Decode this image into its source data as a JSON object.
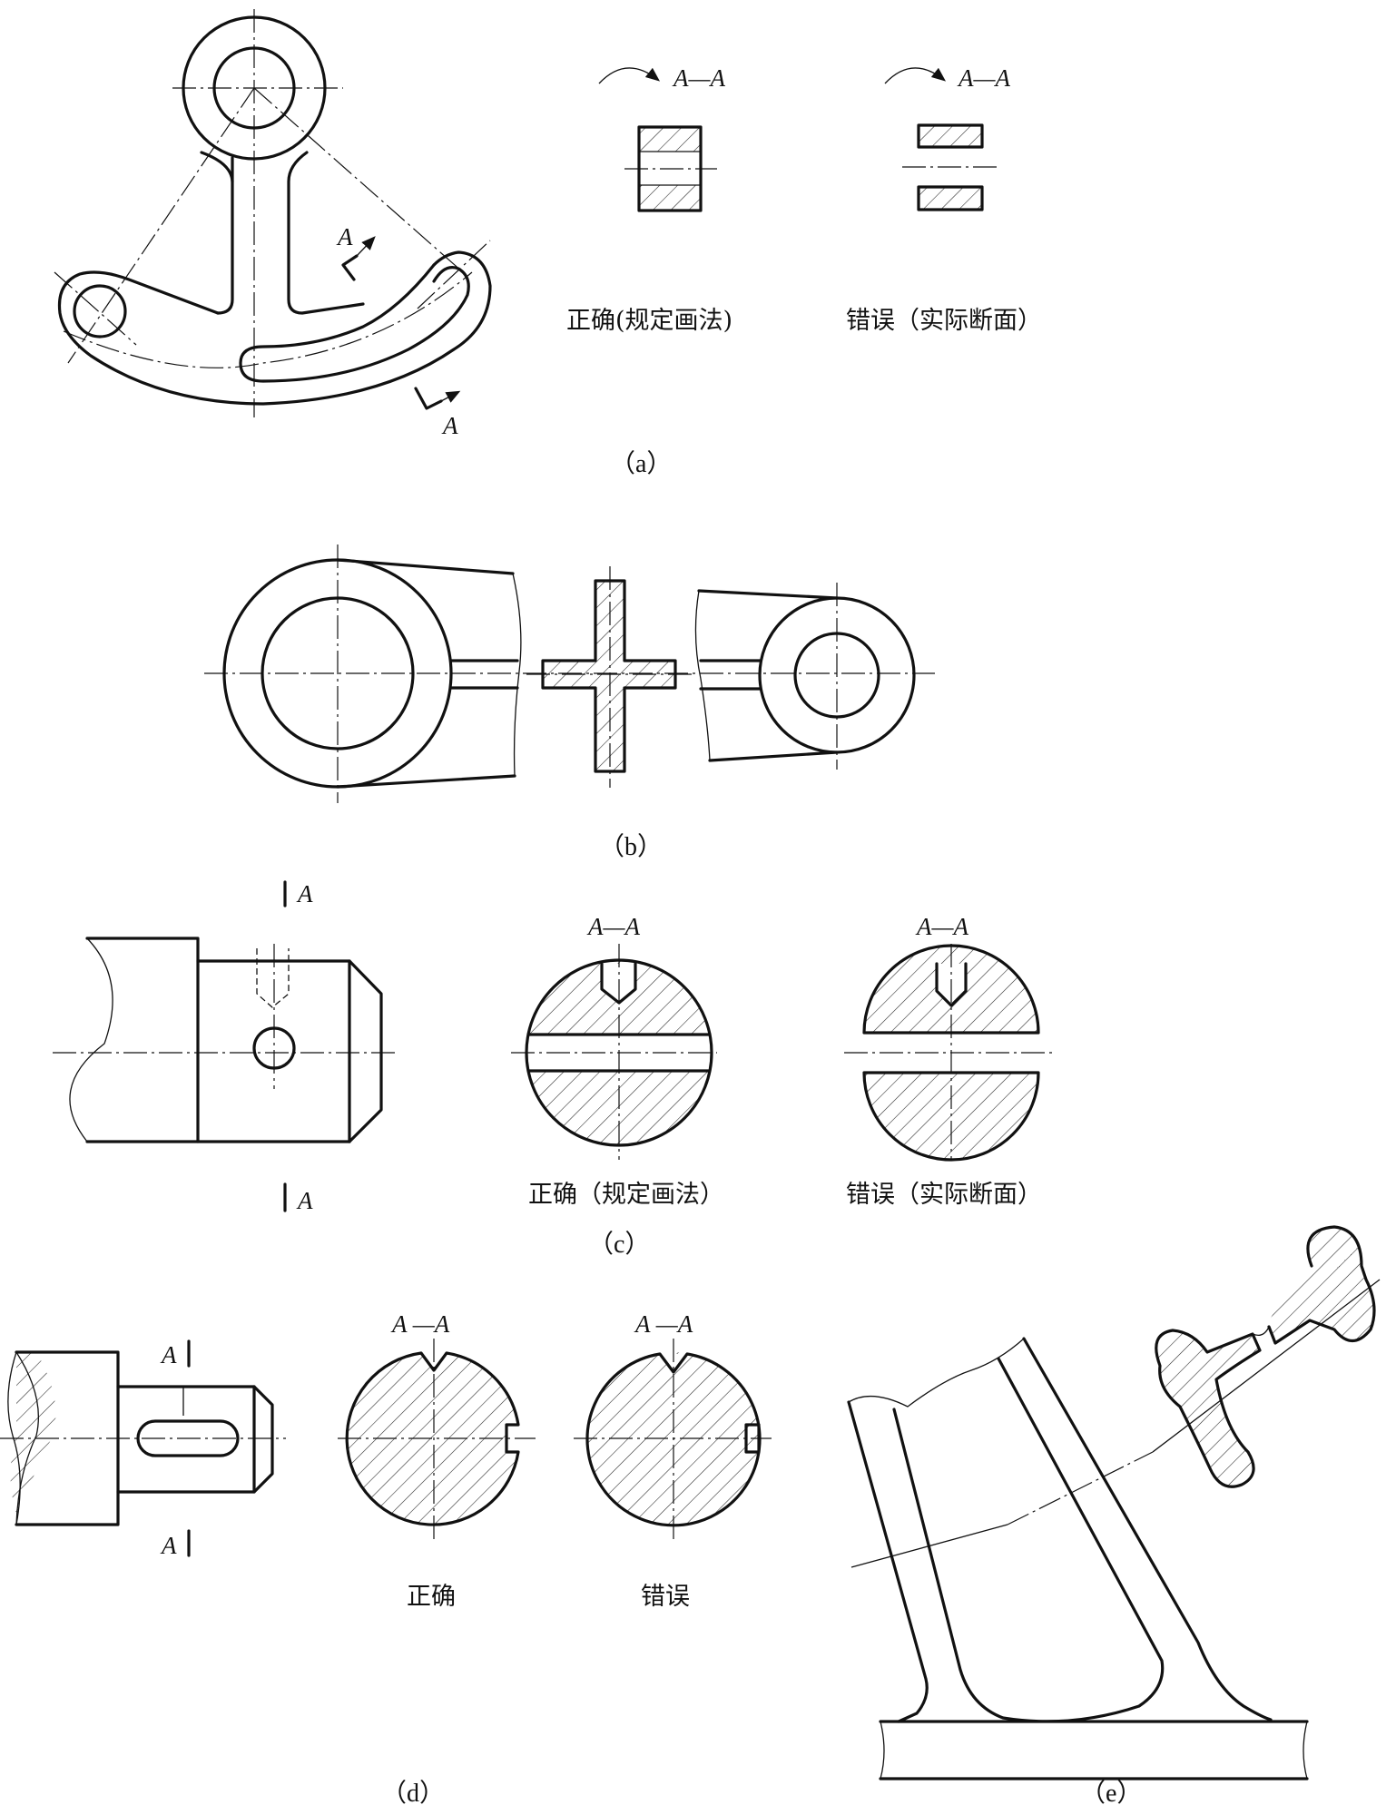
{
  "panels": {
    "a": {
      "caption": "（a）",
      "section_mark_top": "A",
      "section_mark_bottom": "A",
      "view_correct_title": "A—A",
      "view_wrong_title": "A—A",
      "correct_label": "正确(规定画法)",
      "wrong_label": "错误（实际断面）"
    },
    "b": {
      "caption": "（b）"
    },
    "c": {
      "caption": "（c）",
      "section_mark_top": "A",
      "section_mark_bottom": "A",
      "view_correct_title": "A—A",
      "view_wrong_title": "A—A",
      "correct_label": "正确（规定画法）",
      "wrong_label": "错误（实际断面）"
    },
    "d": {
      "caption": "（d）",
      "section_mark_top": "A",
      "section_mark_bottom": "A",
      "view_correct_title": "A —A",
      "view_wrong_title": "A —A",
      "correct_label": "正确",
      "wrong_label": "错误"
    },
    "e": {
      "caption": "（e）"
    }
  }
}
